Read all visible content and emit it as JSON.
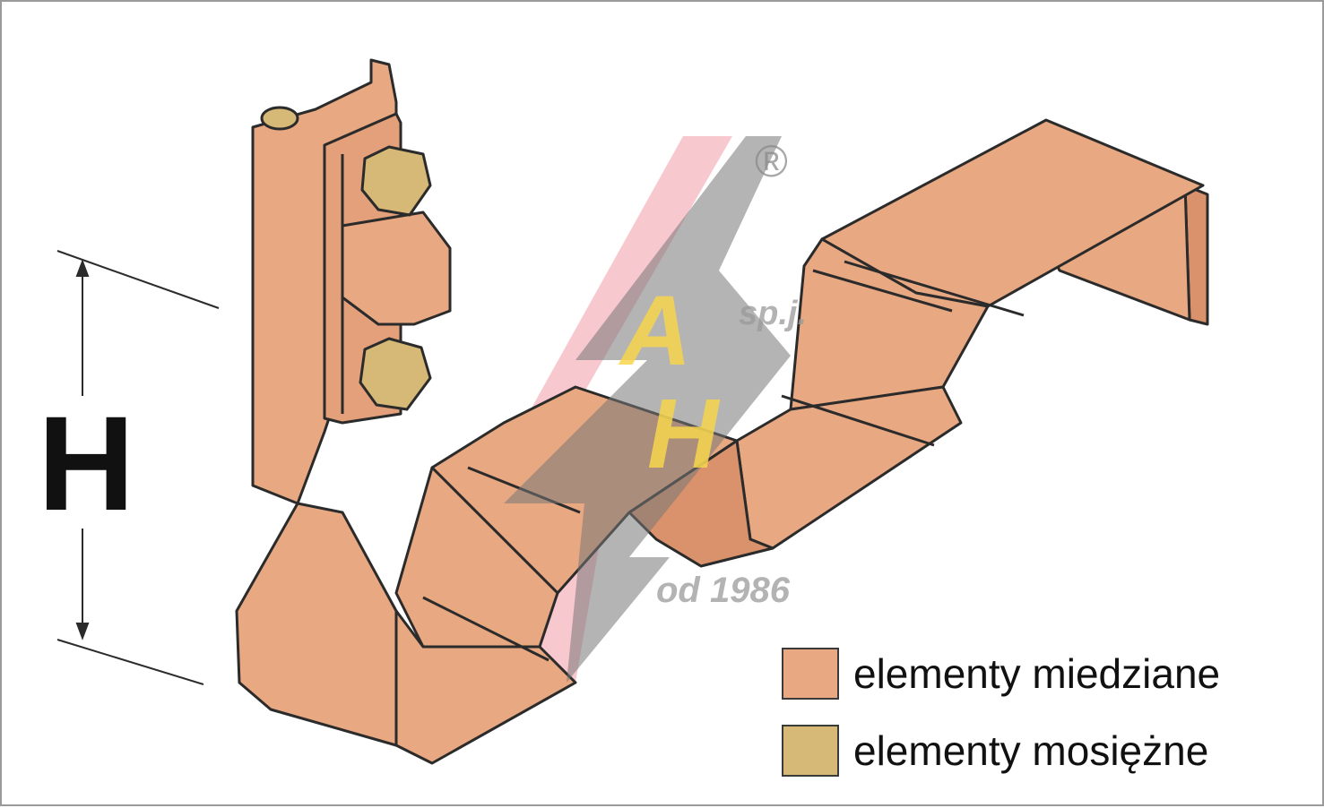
{
  "dimension": {
    "label": "H"
  },
  "legend": {
    "items": [
      {
        "label": "elementy miedziane",
        "color": "#e8a882"
      },
      {
        "label": "elementy mosiężne",
        "color": "#d6b877"
      }
    ]
  },
  "watermark": {
    "trademark": "®",
    "suffix": "sp.j.",
    "tagline": "od 1986"
  },
  "colors": {
    "copper": "#e8a882",
    "brass": "#d6b877",
    "outline": "#2b2b2b"
  }
}
